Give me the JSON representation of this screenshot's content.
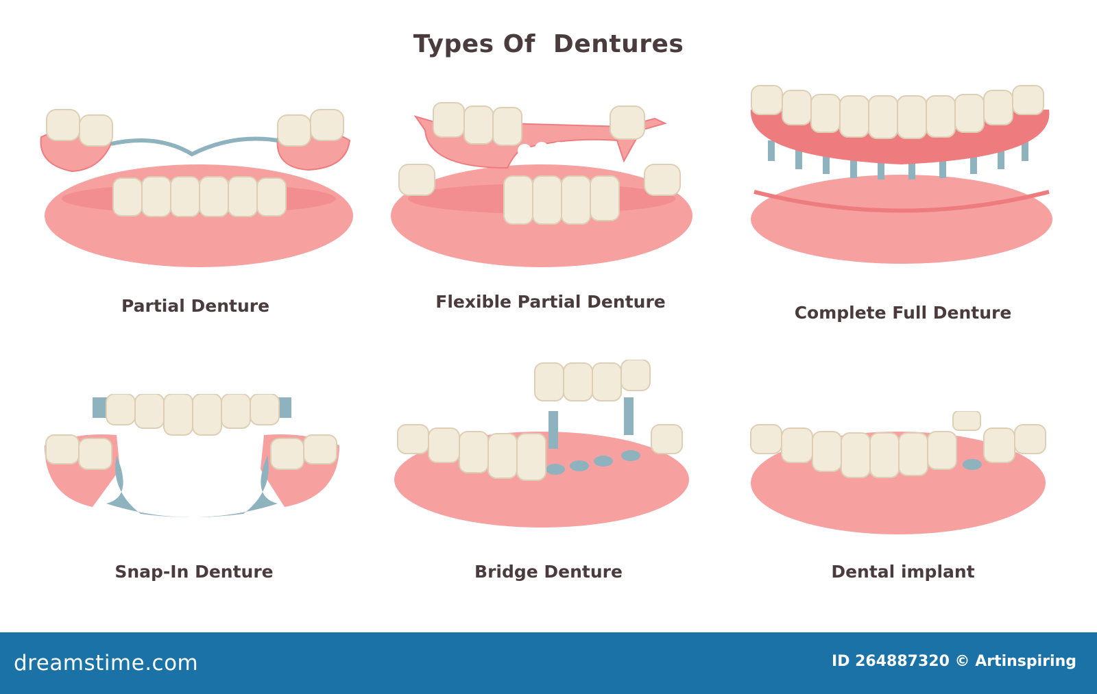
{
  "title": "Types Of  Dentures",
  "panels": [
    {
      "label": "Partial Denture"
    },
    {
      "label": "Flexible Partial Denture"
    },
    {
      "label": "Complete Full Denture"
    },
    {
      "label": "Snap-In Denture"
    },
    {
      "label": "Bridge Denture"
    },
    {
      "label": "Dental implant"
    }
  ],
  "footer": {
    "brand": "dreamstime.com",
    "credit": "ID 264887320 © Artinspiring"
  },
  "colors": {
    "gum": "#f6a0a0",
    "gum_dark": "#ee7c7f",
    "tooth": "#f3ebda",
    "tooth_shadow": "#dccfb6",
    "metal": "#8fb2bf",
    "text": "#4a3c3c",
    "footer": "#1a72a6"
  }
}
